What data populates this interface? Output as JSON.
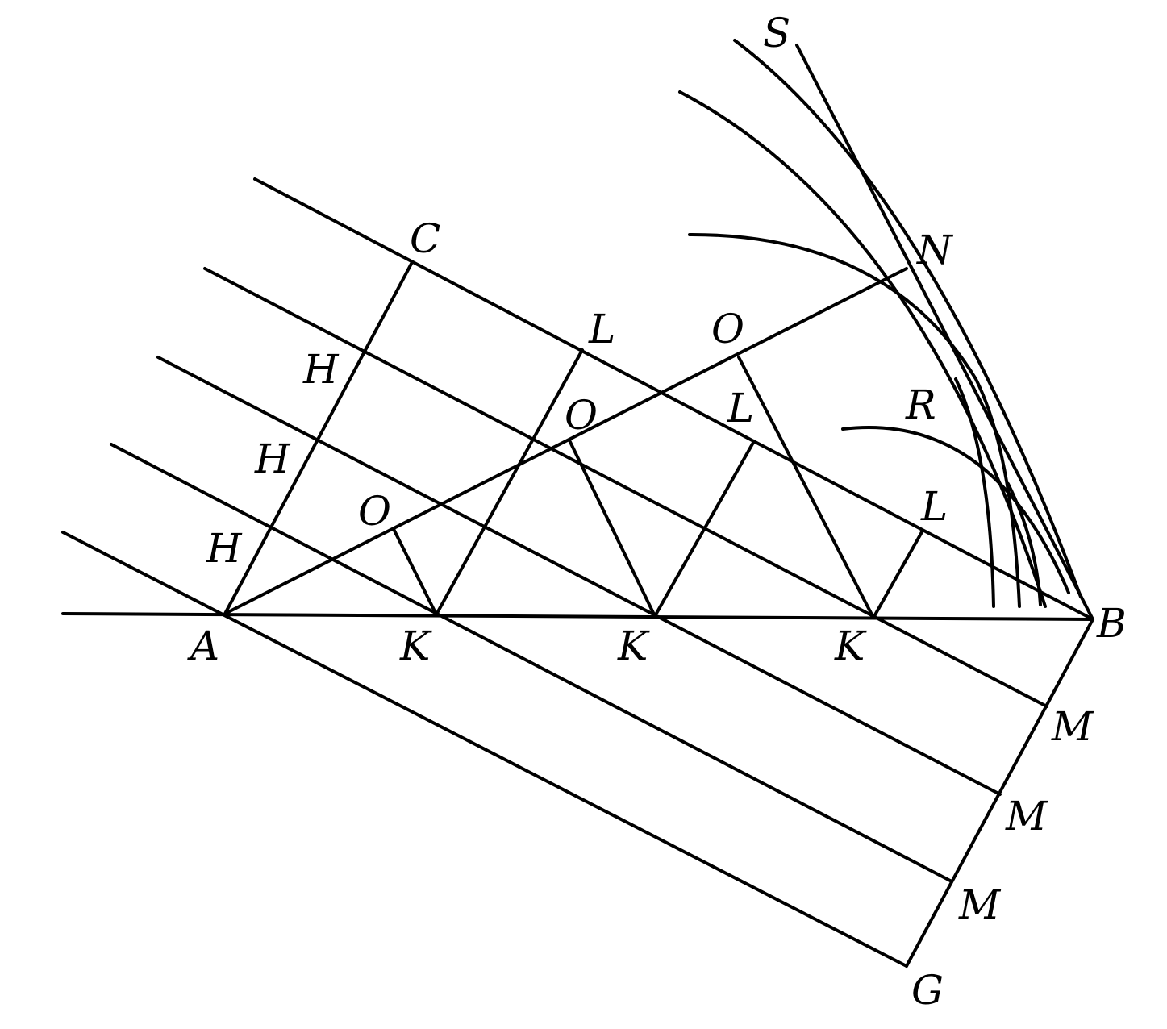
{
  "diagram": {
    "labels": {
      "S": "S",
      "N": "N",
      "C": "C",
      "O": "O",
      "L": "L",
      "H": "H",
      "R": "R",
      "A": "A",
      "K": "K",
      "B": "B",
      "M": "M",
      "G": "G"
    },
    "line_color": "#000000",
    "background": "#ffffff"
  }
}
